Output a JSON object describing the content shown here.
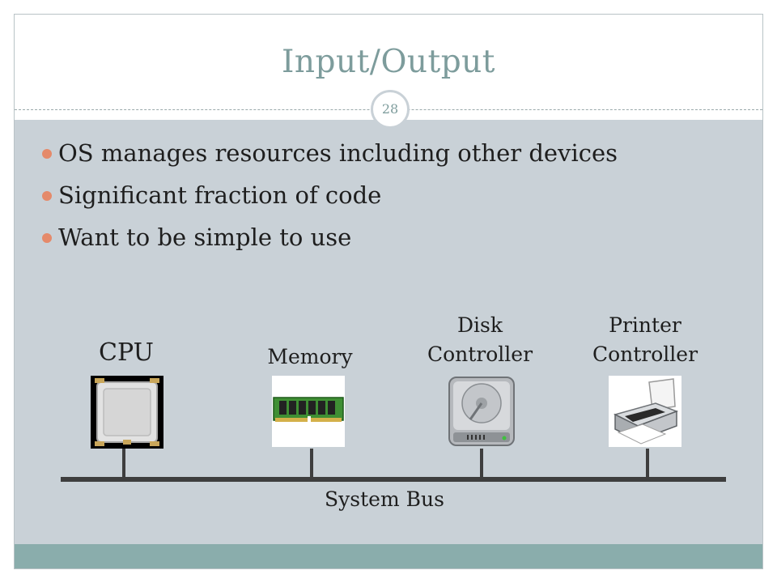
{
  "slide": {
    "title": "Input/Output",
    "page_number": "28",
    "bullets": [
      "OS manages resources including other devices",
      "Significant fraction of code",
      "Want to be simple to use"
    ]
  },
  "diagram": {
    "cpu_label": "CPU",
    "memory_label": "Memory",
    "disk_label_line1": "Disk",
    "disk_label_line2": "Controller",
    "printer_label_line1": "Printer",
    "printer_label_line2": "Controller",
    "bus_label": "System Bus",
    "icons": [
      "cpu-chip-icon",
      "memory-module-icon",
      "hard-disk-icon",
      "printer-icon"
    ]
  },
  "colors": {
    "title": "#7d9c9c",
    "body_background": "#c9d1d7",
    "footer": "#8aadac",
    "bullet": "#e58a6a"
  }
}
